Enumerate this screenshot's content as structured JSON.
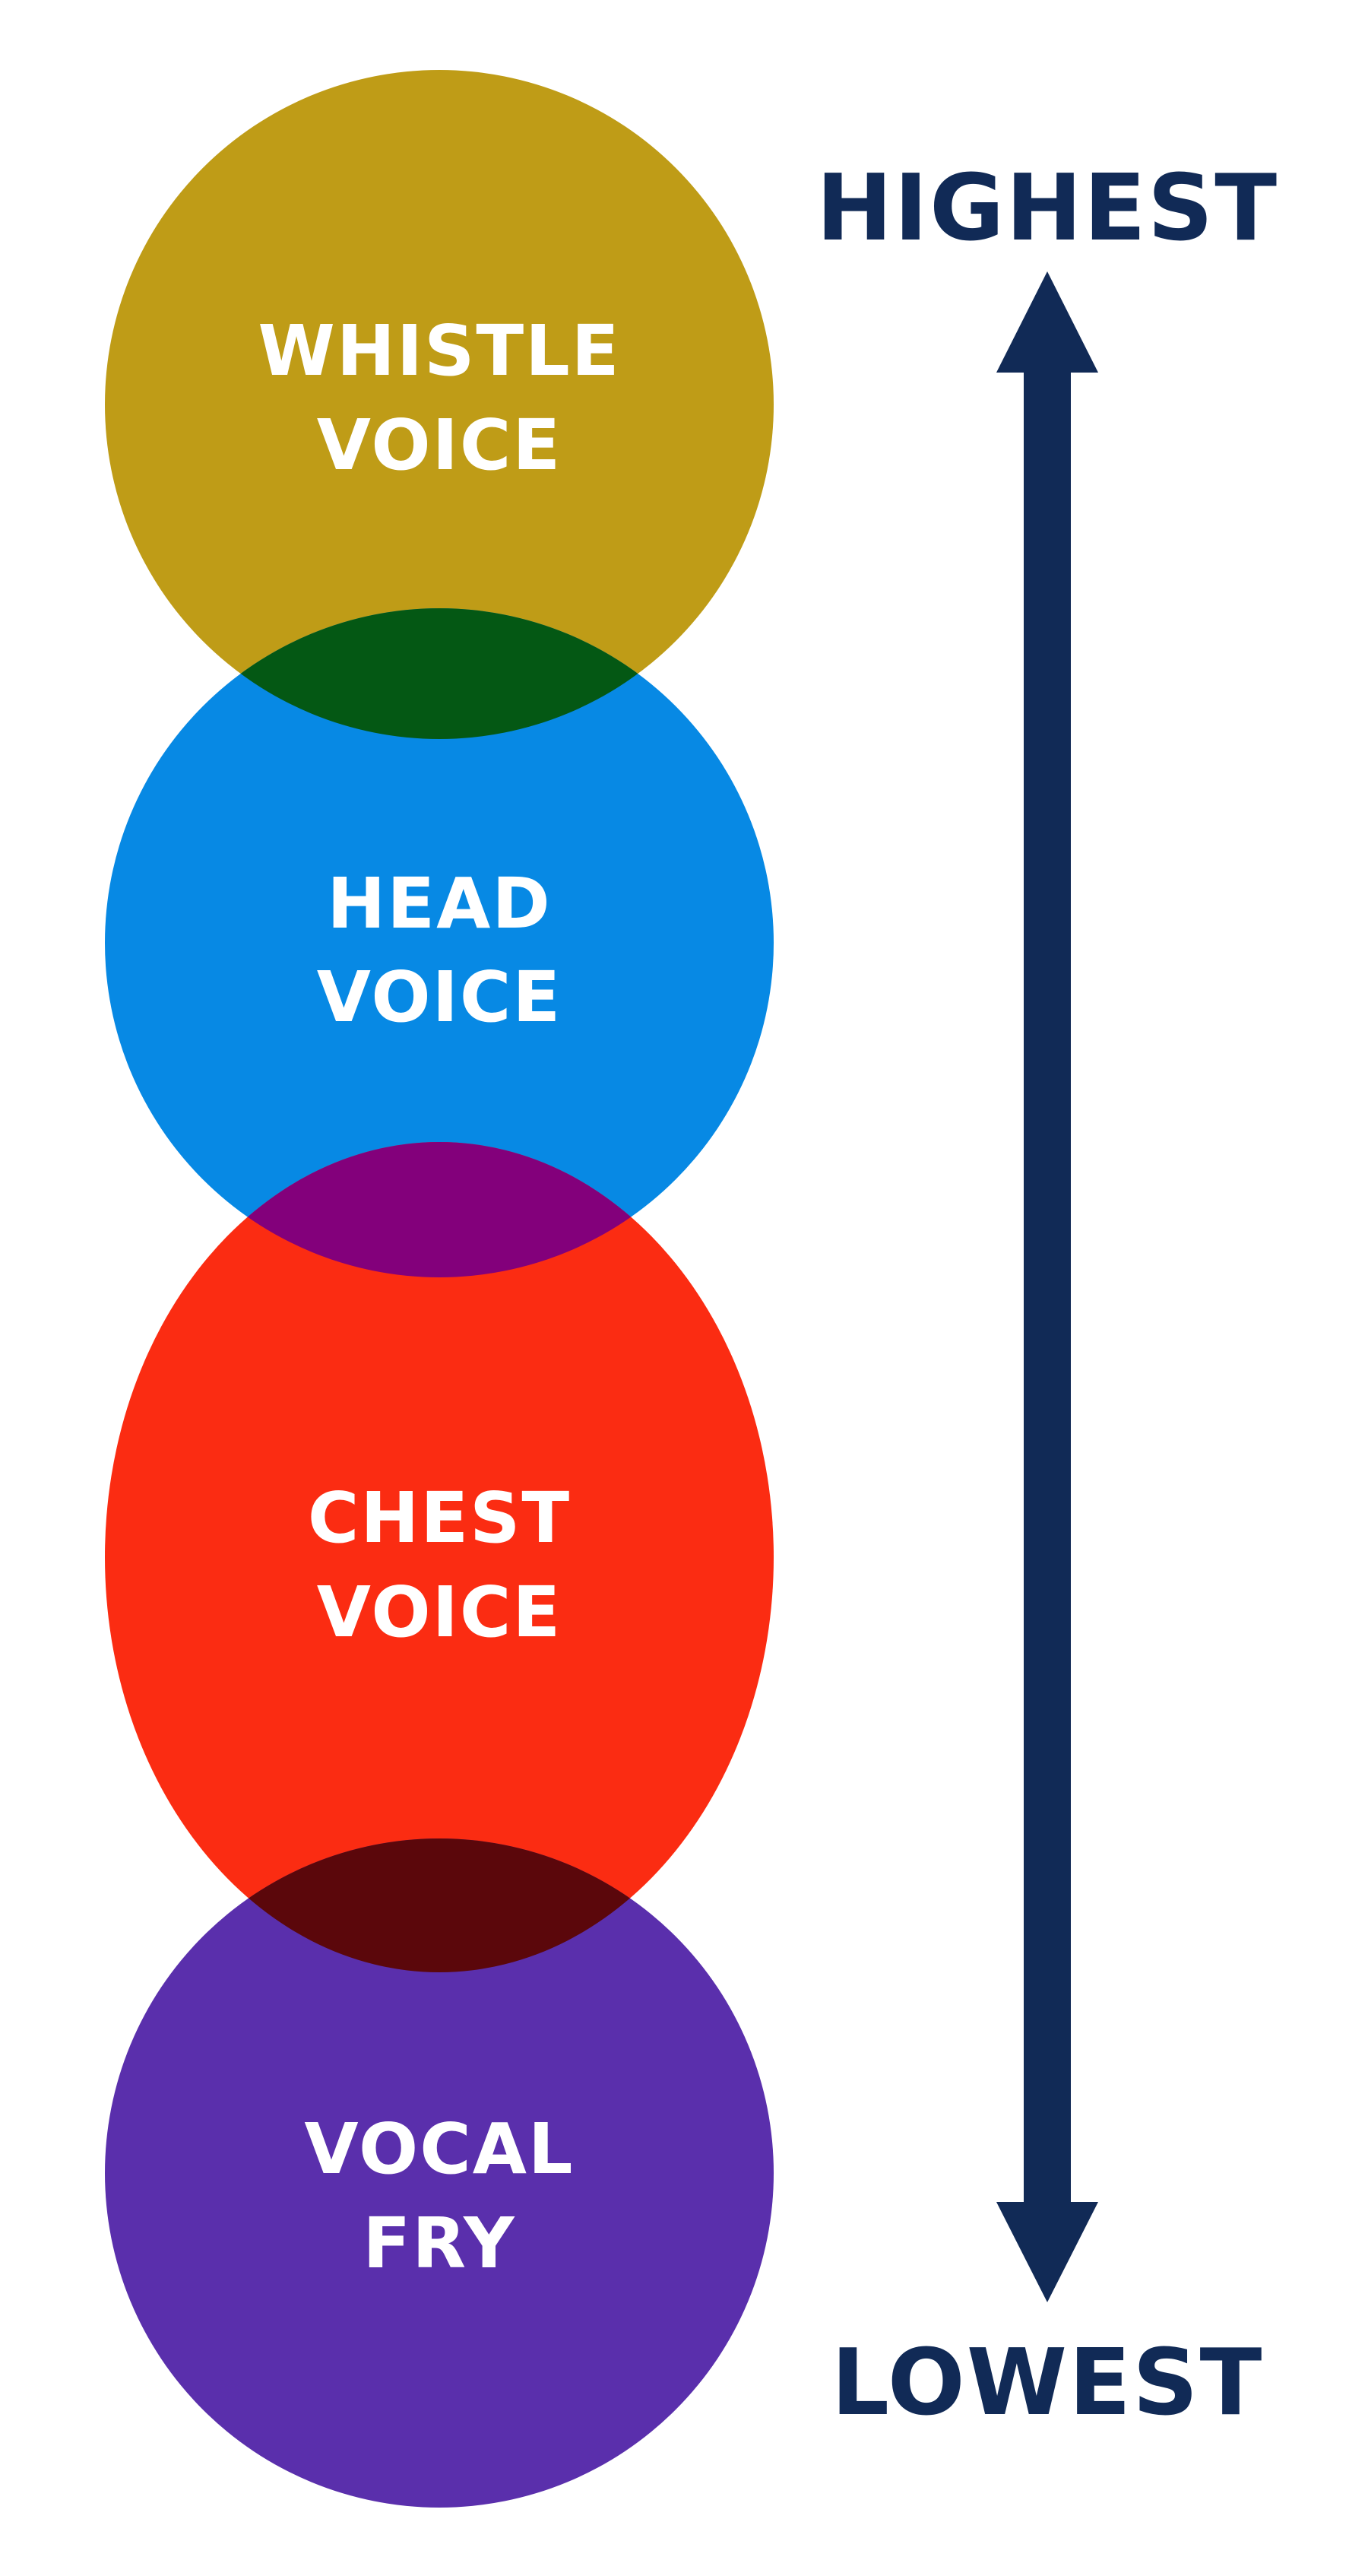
{
  "colors": {
    "whistle": "#bf9c17",
    "head": "#0789e4",
    "chest": "#fb2c12",
    "fry": "#5a2fac",
    "whistle_head_overlap": "#045814",
    "head_chest_overlap": "#83007b",
    "chest_fry_overlap": "#5b070b",
    "arrow": "#112a56",
    "label_text": "#ffffff"
  },
  "registers": [
    {
      "id": "whistle",
      "line1": "WHISTLE",
      "line2": "VOICE"
    },
    {
      "id": "head",
      "line1": "HEAD",
      "line2": "VOICE"
    },
    {
      "id": "chest",
      "line1": "CHEST",
      "line2": "VOICE"
    },
    {
      "id": "fry",
      "line1": "VOCAL",
      "line2": "FRY"
    }
  ],
  "scale": {
    "top_label": "HIGHEST",
    "bottom_label": "LOWEST",
    "arrow_icon": "double-headed-vertical-arrow-icon"
  }
}
